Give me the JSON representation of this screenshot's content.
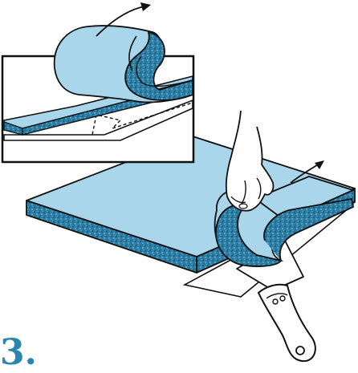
{
  "step_label": "3.",
  "colors": {
    "material_fill": "#a9d6ea",
    "foam_edge": "#2b7fa6",
    "outline": "#111111",
    "label": "#2a86b0",
    "paper": "#ffffff"
  },
  "icons": [
    "peel-direction-arrow",
    "hand",
    "putty-knife"
  ]
}
